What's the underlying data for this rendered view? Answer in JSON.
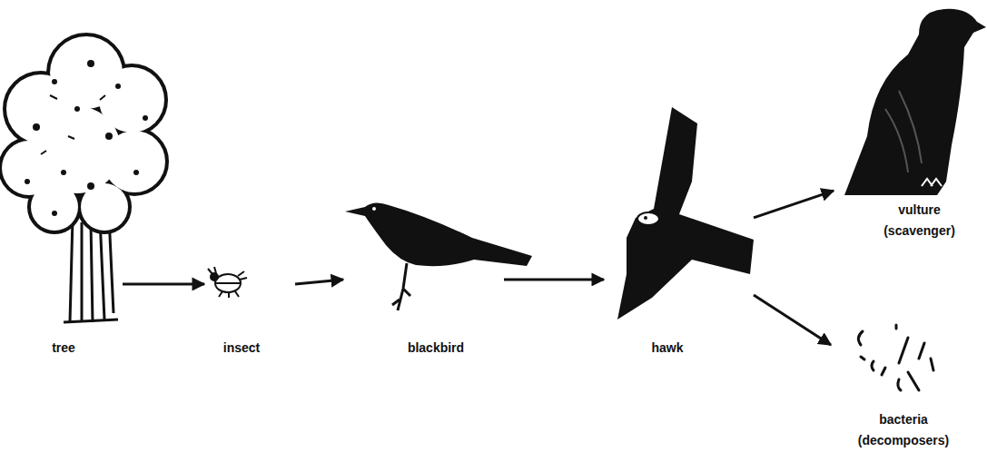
{
  "diagram": {
    "nodes": [
      {
        "text": [
          "tree"
        ]
      },
      {
        "text": [
          "insect"
        ]
      },
      {
        "text": [
          "blackbird"
        ]
      },
      {
        "text": [
          "hawk"
        ]
      },
      {
        "text": [
          "vulture (scavenger)"
        ]
      },
      {
        "text": [
          "bacteria (decomposers)"
        ]
      }
    ],
    "edges": [
      {
        "from": 0,
        "to": 1,
        "arrow": "to"
      },
      {
        "from": 1,
        "to": 2,
        "arrow": "to"
      },
      {
        "from": 2,
        "to": 3,
        "arrow": "to"
      },
      {
        "from": 3,
        "to": 4,
        "arrow": "to"
      },
      {
        "from": 3,
        "to": 5,
        "arrow": "to"
      }
    ]
  }
}
